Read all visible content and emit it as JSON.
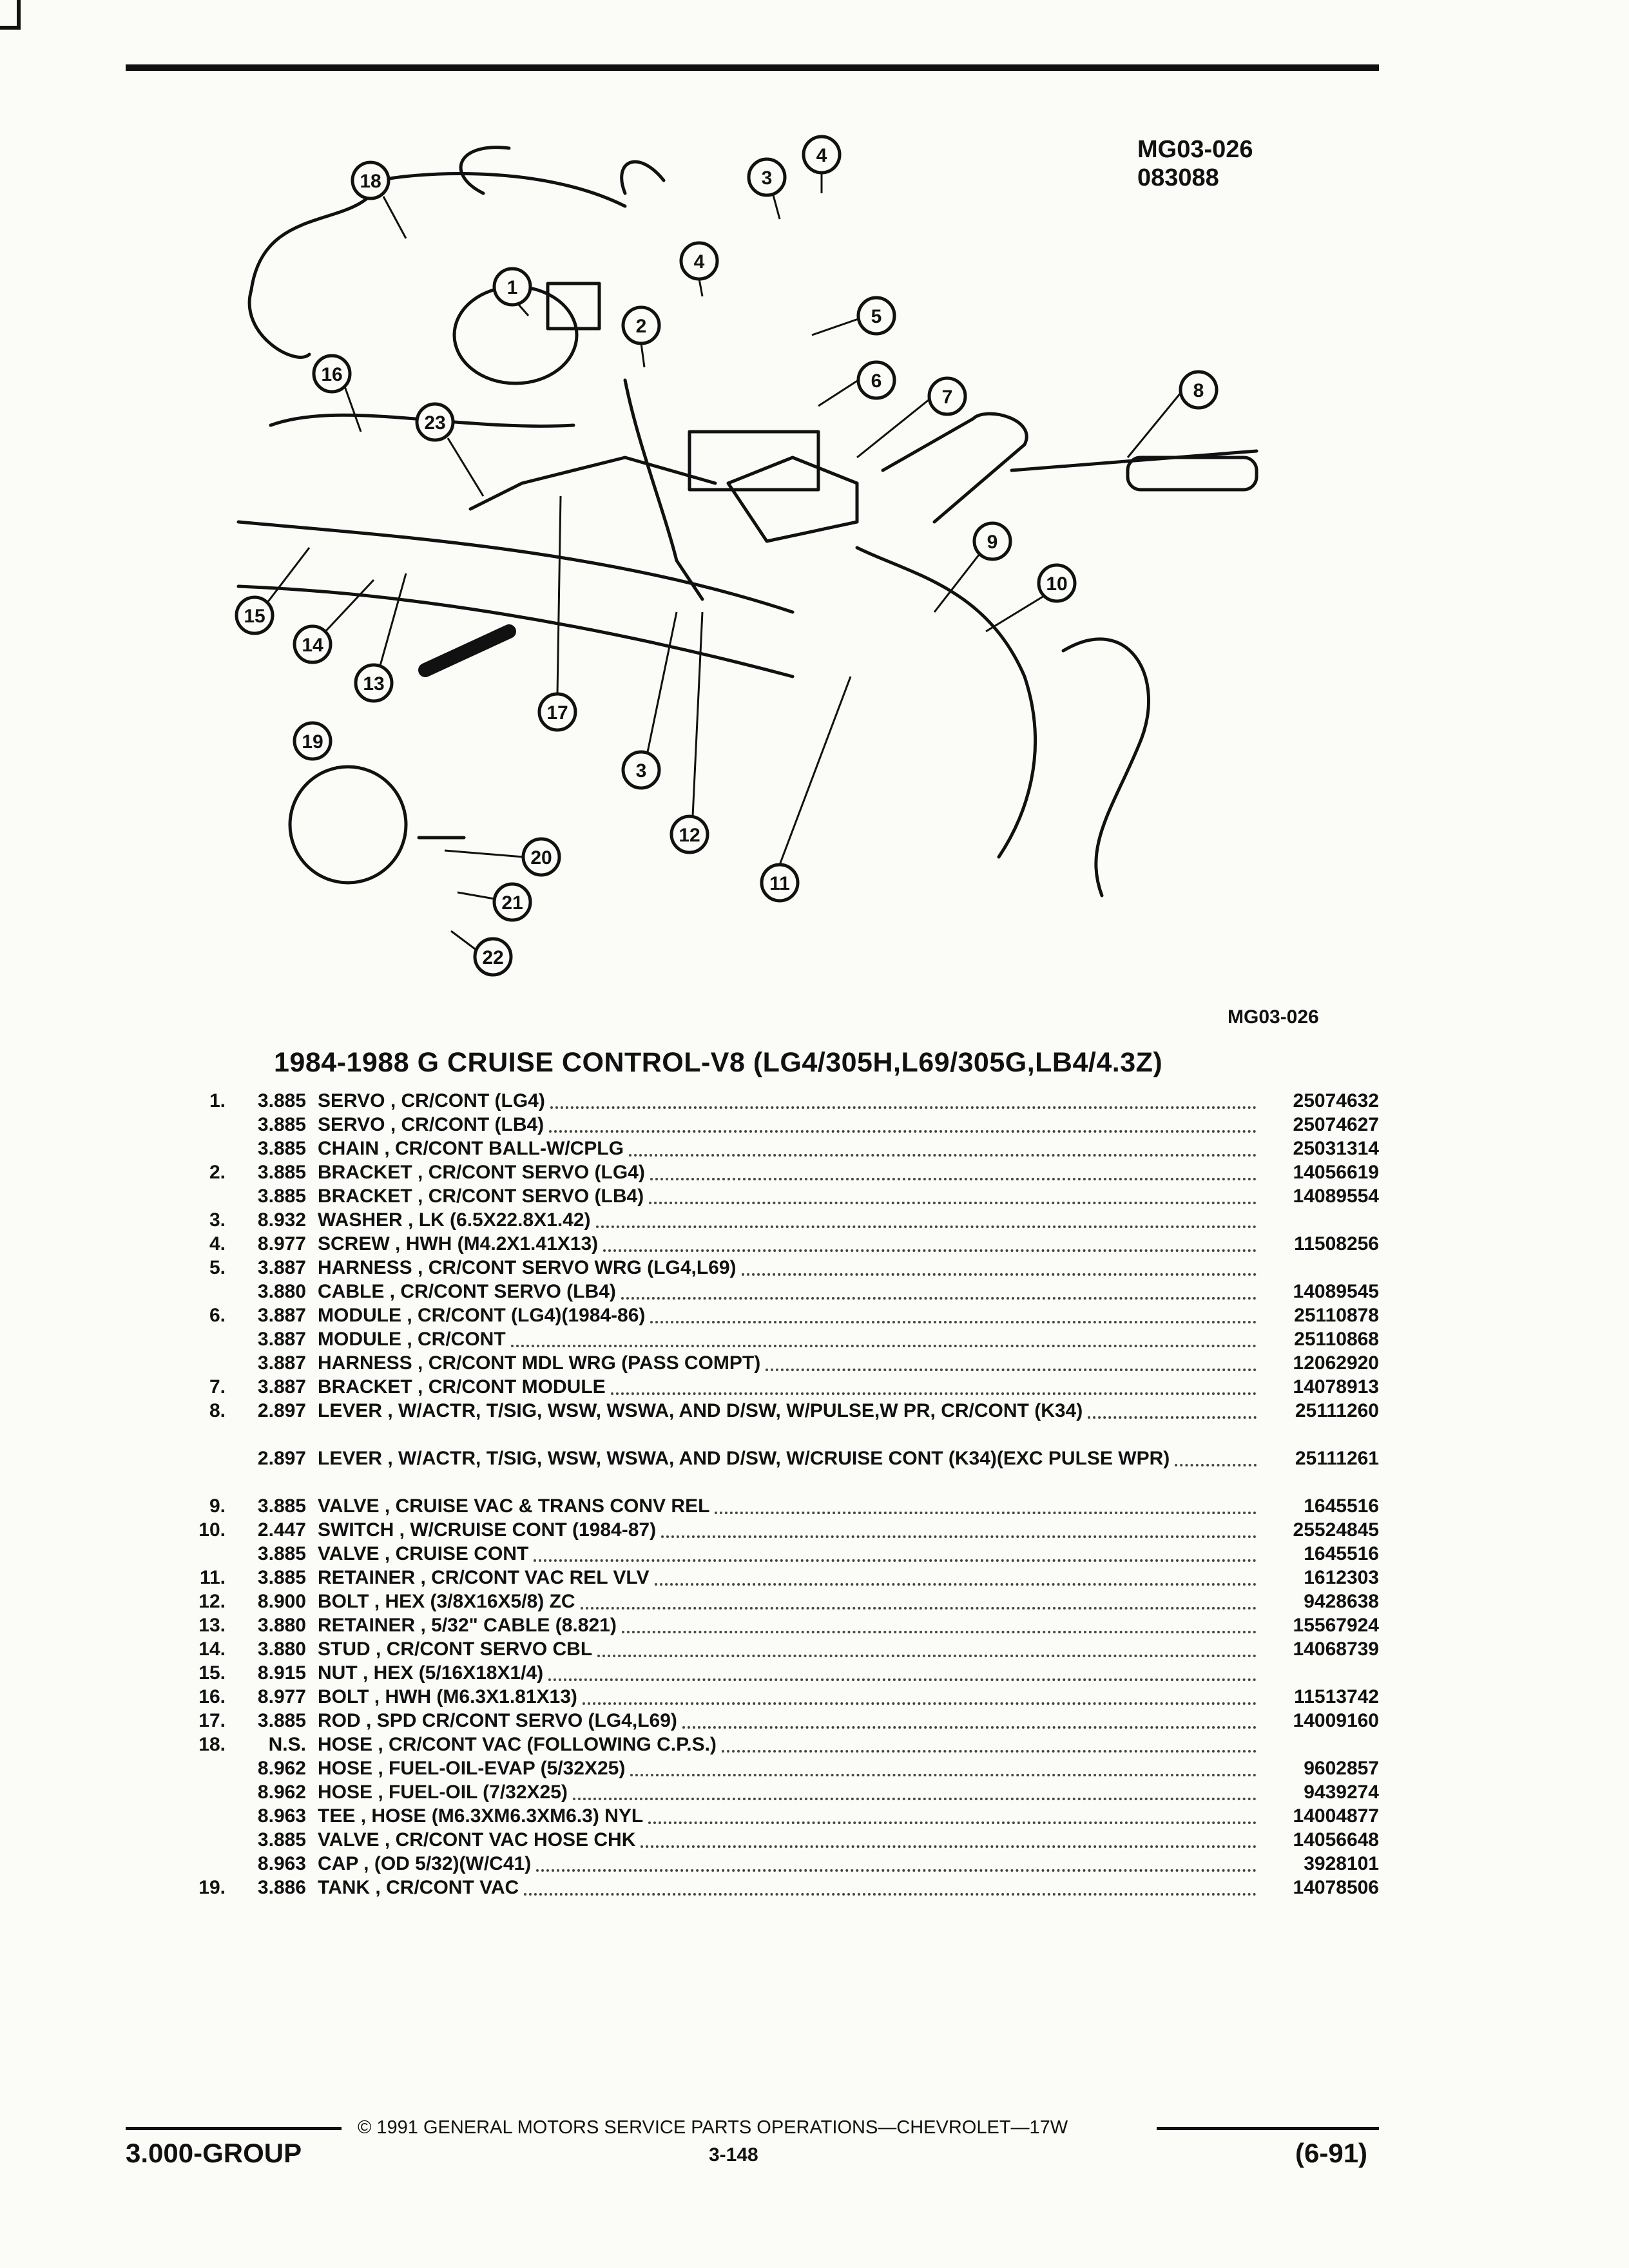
{
  "figure_code": "MG03-026",
  "figure_date": "083088",
  "figure_code_bottom": "MG03-026",
  "callouts": [
    "1",
    "2",
    "3",
    "4",
    "4",
    "5",
    "6",
    "7",
    "8",
    "9",
    "10",
    "11",
    "12",
    "13",
    "14",
    "15",
    "16",
    "17",
    "18",
    "19",
    "20",
    "21",
    "22",
    "23",
    "3"
  ],
  "title": "1984-1988 G CRUISE CONTROL-V8 (LG4/305H,L69/305G,LB4/4.3Z)",
  "parts": [
    {
      "no": "1.",
      "group": "3.885",
      "name": "SERVO",
      "desc": "CR/CONT (LG4)",
      "part": "25074632"
    },
    {
      "no": "",
      "group": "3.885",
      "name": "SERVO",
      "desc": "CR/CONT (LB4)",
      "part": "25074627"
    },
    {
      "no": "",
      "group": "3.885",
      "name": "CHAIN",
      "desc": "CR/CONT BALL-W/CPLG",
      "part": "25031314"
    },
    {
      "no": "2.",
      "group": "3.885",
      "name": "BRACKET",
      "desc": "CR/CONT SERVO (LG4)",
      "part": "14056619"
    },
    {
      "no": "",
      "group": "3.885",
      "name": "BRACKET",
      "desc": "CR/CONT SERVO (LB4)",
      "part": "14089554"
    },
    {
      "no": "3.",
      "group": "8.932",
      "name": "WASHER",
      "desc": "LK (6.5X22.8X1.42)",
      "part": ""
    },
    {
      "no": "4.",
      "group": "8.977",
      "name": "SCREW",
      "desc": "HWH (M4.2X1.41X13)",
      "part": "11508256"
    },
    {
      "no": "5.",
      "group": "3.887",
      "name": "HARNESS",
      "desc": "CR/CONT SERVO WRG (LG4,L69)",
      "part": ""
    },
    {
      "no": "",
      "group": "3.880",
      "name": "CABLE",
      "desc": "CR/CONT SERVO (LB4)",
      "part": "14089545"
    },
    {
      "no": "6.",
      "group": "3.887",
      "name": "MODULE",
      "desc": "CR/CONT (LG4)(1984-86)",
      "part": "25110878"
    },
    {
      "no": "",
      "group": "3.887",
      "name": "MODULE",
      "desc": "CR/CONT",
      "part": "25110868"
    },
    {
      "no": "",
      "group": "3.887",
      "name": "HARNESS",
      "desc": "CR/CONT MDL WRG (PASS COMPT)",
      "part": "12062920"
    },
    {
      "no": "7.",
      "group": "3.887",
      "name": "BRACKET",
      "desc": "CR/CONT MODULE",
      "part": "14078913"
    },
    {
      "no": "8.",
      "group": "2.897",
      "name": "LEVER",
      "desc": "W/ACTR, T/SIG, WSW, WSWA, AND D/SW, W/PULSE,W PR, CR/CONT (K34)",
      "part": "25111260",
      "tall": true
    },
    {
      "no": "",
      "group": "2.897",
      "name": "LEVER",
      "desc": "W/ACTR, T/SIG, WSW, WSWA, AND D/SW, W/CRUISE CONT (K34)(EXC PULSE WPR)",
      "part": "25111261",
      "tall": true
    },
    {
      "no": "9.",
      "group": "3.885",
      "name": "VALVE",
      "desc": "CRUISE VAC & TRANS CONV REL",
      "part": "1645516"
    },
    {
      "no": "10.",
      "group": "2.447",
      "name": "SWITCH",
      "desc": "W/CRUISE CONT (1984-87)",
      "part": "25524845"
    },
    {
      "no": "",
      "group": "3.885",
      "name": "VALVE",
      "desc": "CRUISE CONT",
      "part": "1645516"
    },
    {
      "no": "11.",
      "group": "3.885",
      "name": "RETAINER",
      "desc": "CR/CONT VAC REL VLV",
      "part": "1612303"
    },
    {
      "no": "12.",
      "group": "8.900",
      "name": "BOLT",
      "desc": "HEX (3/8X16X5/8) ZC",
      "part": "9428638"
    },
    {
      "no": "13.",
      "group": "3.880",
      "name": "RETAINER",
      "desc": "5/32\" CABLE (8.821)",
      "part": "15567924"
    },
    {
      "no": "14.",
      "group": "3.880",
      "name": "STUD",
      "desc": "CR/CONT SERVO CBL",
      "part": "14068739"
    },
    {
      "no": "15.",
      "group": "8.915",
      "name": "NUT",
      "desc": "HEX (5/16X18X1/4)",
      "part": ""
    },
    {
      "no": "16.",
      "group": "8.977",
      "name": "BOLT",
      "desc": "HWH (M6.3X1.81X13)",
      "part": "11513742"
    },
    {
      "no": "17.",
      "group": "3.885",
      "name": "ROD",
      "desc": "SPD CR/CONT SERVO (LG4,L69)",
      "part": "14009160"
    },
    {
      "no": "18.",
      "group": "N.S.",
      "name": "HOSE",
      "desc": "CR/CONT VAC (FOLLOWING C.P.S.)",
      "part": ""
    },
    {
      "no": "",
      "group": "8.962",
      "name": "HOSE",
      "desc": "FUEL-OIL-EVAP (5/32X25)",
      "part": "9602857"
    },
    {
      "no": "",
      "group": "8.962",
      "name": "HOSE",
      "desc": "FUEL-OIL (7/32X25)",
      "part": "9439274"
    },
    {
      "no": "",
      "group": "8.963",
      "name": "TEE",
      "desc": "HOSE (M6.3XM6.3XM6.3) NYL",
      "part": "14004877"
    },
    {
      "no": "",
      "group": "3.885",
      "name": "VALVE",
      "desc": "CR/CONT VAC HOSE CHK",
      "part": "14056648"
    },
    {
      "no": "",
      "group": "8.963",
      "name": "CAP",
      "desc": "(OD 5/32)(W/C41)",
      "part": "3928101"
    },
    {
      "no": "19.",
      "group": "3.886",
      "name": "TANK",
      "desc": "CR/CONT VAC",
      "part": "14078506"
    }
  ],
  "footer": {
    "copyright": "© 1991 GENERAL MOTORS SERVICE PARTS OPERATIONS—CHEVROLET—17W",
    "group": "3.000-GROUP",
    "page": "3-148",
    "date": "(6-91)"
  }
}
